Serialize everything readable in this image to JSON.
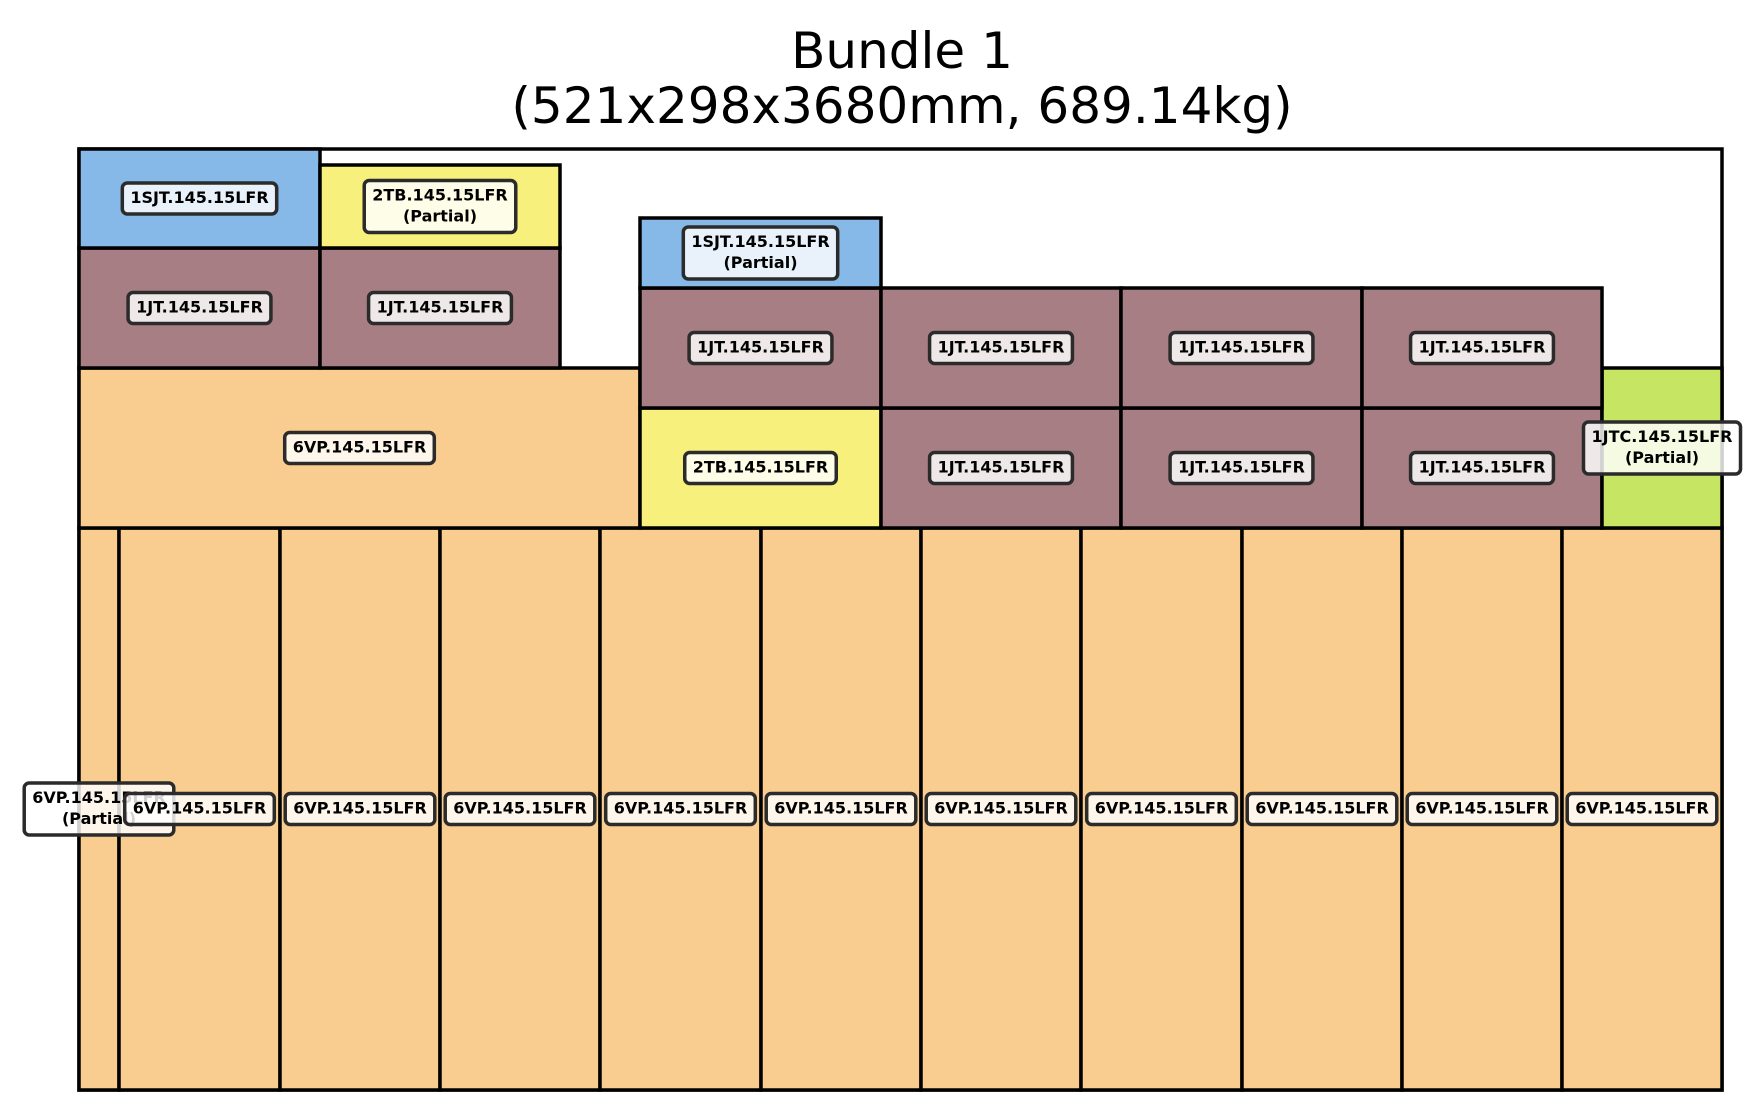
{
  "title": {
    "line1": "Bundle 1",
    "line2": "(521x298x3680mm, 689.14kg)"
  },
  "colors": {
    "6VP.145.15LFR": "#f9cd8f",
    "1JT.145.15LFR": "#a87e85",
    "1SJT.145.15LFR": "#86b9e8",
    "2TB.145.15LFR": "#f8f07c",
    "1JTC.145.15LFR": "#c5e563"
  },
  "boxes": [
    {
      "part": "6VP.145.15LFR",
      "label": [
        "6VP.145.15LFR",
        "(Partial)"
      ]
    },
    {
      "part": "6VP.145.15LFR",
      "label": [
        "6VP.145.15LFR"
      ]
    },
    {
      "part": "6VP.145.15LFR",
      "label": [
        "6VP.145.15LFR"
      ]
    },
    {
      "part": "6VP.145.15LFR",
      "label": [
        "6VP.145.15LFR"
      ]
    },
    {
      "part": "6VP.145.15LFR",
      "label": [
        "6VP.145.15LFR"
      ]
    },
    {
      "part": "6VP.145.15LFR",
      "label": [
        "6VP.145.15LFR"
      ]
    },
    {
      "part": "6VP.145.15LFR",
      "label": [
        "6VP.145.15LFR"
      ]
    },
    {
      "part": "6VP.145.15LFR",
      "label": [
        "6VP.145.15LFR"
      ]
    },
    {
      "part": "6VP.145.15LFR",
      "label": [
        "6VP.145.15LFR"
      ]
    },
    {
      "part": "6VP.145.15LFR",
      "label": [
        "6VP.145.15LFR"
      ]
    },
    {
      "part": "6VP.145.15LFR",
      "label": [
        "6VP.145.15LFR"
      ]
    },
    {
      "part": "6VP.145.15LFR",
      "label": [
        "6VP.145.15LFR"
      ]
    },
    {
      "part": "6VP.145.15LFR",
      "label": [
        "6VP.145.15LFR"
      ]
    },
    {
      "part": "2TB.145.15LFR",
      "label": [
        "2TB.145.15LFR"
      ]
    },
    {
      "part": "1JT.145.15LFR",
      "label": [
        "1JT.145.15LFR"
      ]
    },
    {
      "part": "1JT.145.15LFR",
      "label": [
        "1JT.145.15LFR"
      ]
    },
    {
      "part": "1JT.145.15LFR",
      "label": [
        "1JT.145.15LFR"
      ]
    },
    {
      "part": "1JTC.145.15LFR",
      "label": [
        "1JTC.145.15LFR",
        "(Partial)"
      ]
    },
    {
      "part": "1JT.145.15LFR",
      "label": [
        "1JT.145.15LFR"
      ]
    },
    {
      "part": "1JT.145.15LFR",
      "label": [
        "1JT.145.15LFR"
      ]
    },
    {
      "part": "1JT.145.15LFR",
      "label": [
        "1JT.145.15LFR"
      ]
    },
    {
      "part": "1JT.145.15LFR",
      "label": [
        "1JT.145.15LFR"
      ]
    },
    {
      "part": "1JT.145.15LFR",
      "label": [
        "1JT.145.15LFR"
      ]
    },
    {
      "part": "1JT.145.15LFR",
      "label": [
        "1JT.145.15LFR"
      ]
    },
    {
      "part": "1SJT.145.15LFR",
      "label": [
        "1SJT.145.15LFR",
        "(Partial)"
      ]
    },
    {
      "part": "1SJT.145.15LFR",
      "label": [
        "1SJT.145.15LFR"
      ]
    },
    {
      "part": "2TB.145.15LFR",
      "label": [
        "2TB.145.15LFR",
        "(Partial)"
      ]
    }
  ]
}
